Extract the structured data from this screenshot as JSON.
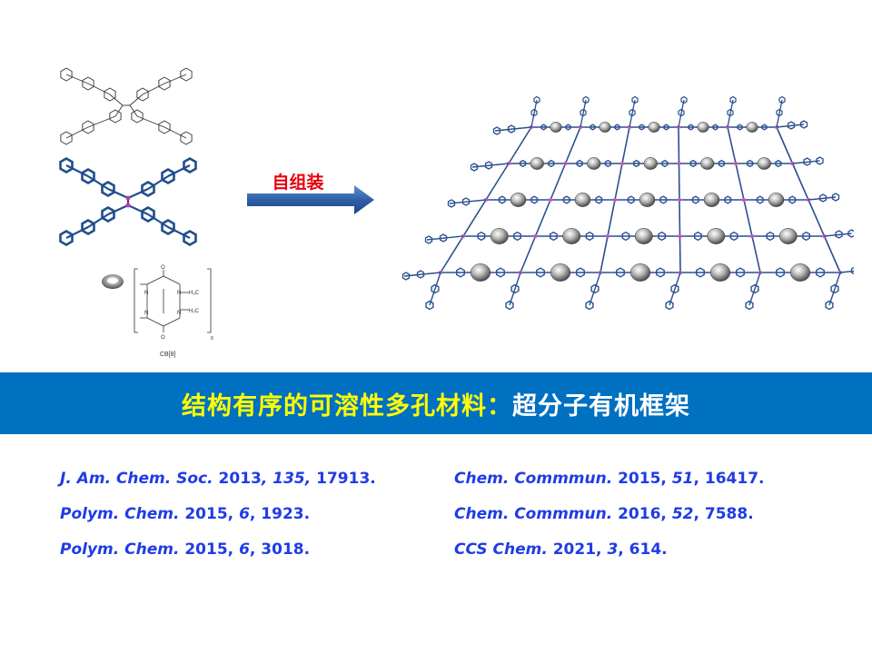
{
  "arrow": {
    "label": "自组装"
  },
  "banner": {
    "title_part1": "结构有序的可溶性多孔材料：",
    "title_part2": "超分子有机框架"
  },
  "cb8": {
    "label": "CB[8]",
    "atoms": {
      "o": "O",
      "n": "N",
      "ch2": "H₂C",
      "n_sub": "8"
    }
  },
  "references_left": [
    {
      "journal": "J. Am. Chem. Soc.",
      "year": "2013",
      "vol": "135",
      "page": "17913."
    },
    {
      "journal": "Polym. Chem.",
      "year": "2015",
      "vol": "6",
      "page": "1923."
    },
    {
      "journal": "Polym. Chem.",
      "year": "2015",
      "vol": "6",
      "page": "3018."
    }
  ],
  "references_right": [
    {
      "journal": "Chem. Commmun.",
      "year": "2015",
      "vol": "51",
      "page": "16417."
    },
    {
      "journal": "Chem. Commmun.",
      "year": "2016",
      "vol": "52",
      "page": "7588."
    },
    {
      "journal": "CCS Chem.",
      "year": "2021",
      "vol": "3",
      "page": "614."
    }
  ],
  "colors": {
    "banner": "#0070c0",
    "title_highlight": "#ffff00",
    "reference_text": "#1f3ce6",
    "arrow_label": "#e8000b"
  }
}
